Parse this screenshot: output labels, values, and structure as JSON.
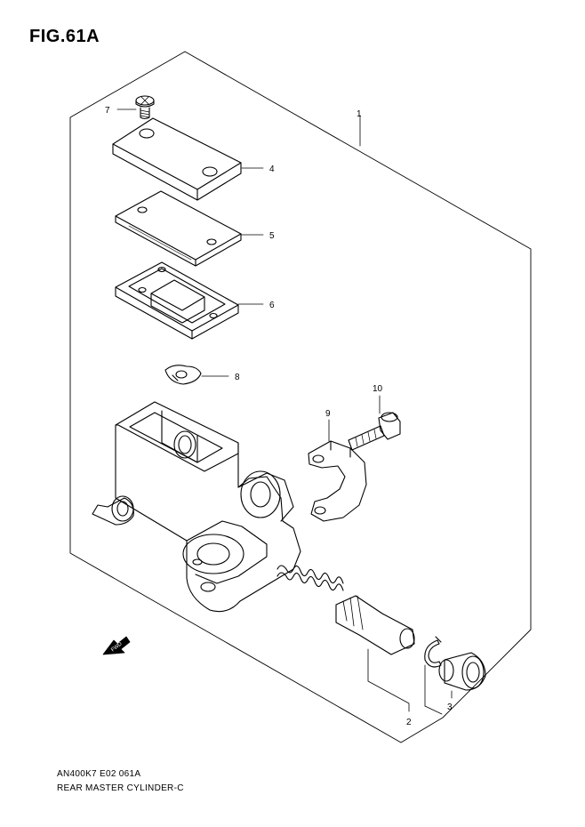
{
  "figure": {
    "title": "FIG.61A"
  },
  "callouts": {
    "c1": "1",
    "c2": "2",
    "c3": "3",
    "c4": "4",
    "c5": "5",
    "c6": "6",
    "c7": "7",
    "c8": "8",
    "c9": "9",
    "c10": "10"
  },
  "fwd_label": "FWD",
  "footer": {
    "code": "AN400K7 E02 061A",
    "title": "REAR MASTER CYLINDER-C"
  }
}
